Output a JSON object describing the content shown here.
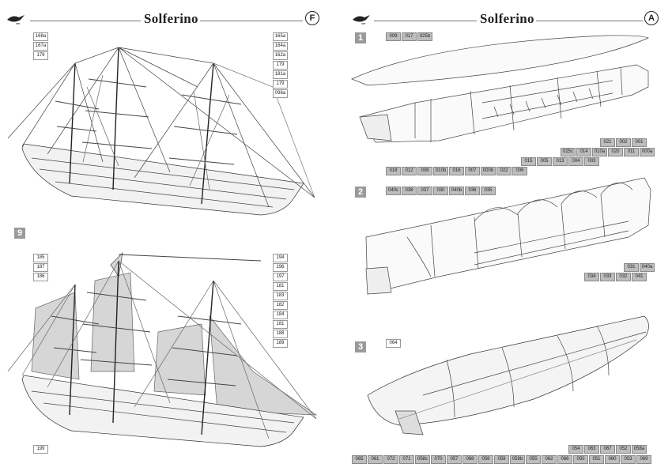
{
  "left_page": {
    "title": "Solferino",
    "page_letter": "F",
    "logo_text": "ver",
    "step_number": "9",
    "upper_ship": {
      "left_labels": [
        "168a",
        "167a",
        "179"
      ],
      "right_labels": [
        "165a",
        "164a",
        "162a",
        "179",
        "181a",
        "179",
        "098a"
      ]
    },
    "lower_ship": {
      "left_labels": [
        "185",
        "187",
        "186"
      ],
      "right_labels": [
        "194",
        "196",
        "197",
        "181",
        "183",
        "182",
        "184",
        "181",
        "188",
        "189"
      ],
      "bottom_label": "199"
    }
  },
  "right_page": {
    "title": "Solferino",
    "page_letter": "A",
    "logo_text": "ver",
    "steps": [
      {
        "number": "1",
        "top_labels": [
          "009",
          "017",
          "025b"
        ],
        "right_row1": [
          "021",
          "002",
          "001"
        ],
        "right_row2": [
          "025c",
          "014",
          "010a",
          "020",
          "011",
          "000a"
        ],
        "right_row3": [
          "015",
          "005",
          "013",
          "004",
          "003"
        ],
        "bottom_row": [
          "018",
          "012",
          "008",
          "010b",
          "016",
          "007",
          "000b",
          "022",
          "006"
        ]
      },
      {
        "number": "2",
        "top_labels": [
          "040c",
          "038",
          "037",
          "030",
          "040b",
          "036",
          "035"
        ],
        "right_row1": [
          "031",
          "040a"
        ],
        "right_row2": [
          "034",
          "033",
          "032",
          "041"
        ]
      },
      {
        "number": "3",
        "top_labels": [
          "064"
        ],
        "right_row1": [
          "054",
          "063",
          "067",
          "052",
          "058a"
        ],
        "bottom_row": [
          "065",
          "061",
          "072",
          "071",
          "058c",
          "070",
          "057",
          "068",
          "056",
          "059",
          "058b",
          "055",
          "062",
          "066",
          "050",
          "051",
          "060",
          "053",
          "069"
        ]
      }
    ]
  }
}
